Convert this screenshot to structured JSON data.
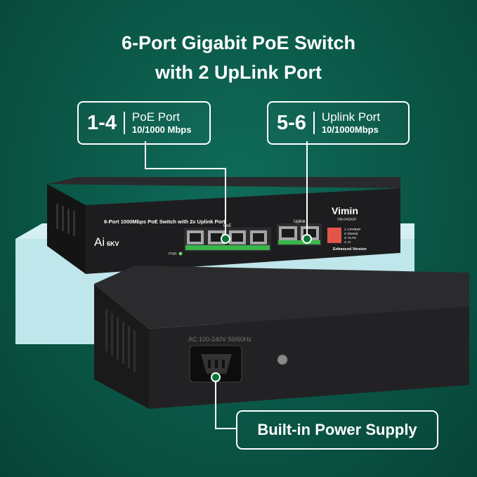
{
  "heading": {
    "line1": "6-Port Gigabit PoE Switch",
    "line2": "with 2 UpLink Port"
  },
  "callouts": {
    "poe": {
      "number": "1-4",
      "label": "PoE Port",
      "spec": "10/1000 Mbps"
    },
    "uplink": {
      "number": "5-6",
      "label": "Uplink Port",
      "spec": "10/1000Mbps"
    },
    "power": {
      "label": "Built-in Power Supply"
    }
  },
  "device": {
    "front_label": "6-Port 1000Mbps PoE Switch with 2x Uplink Port",
    "brand": "Vimin",
    "model": "VM-0420GP",
    "ai_badge": "Ai",
    "surge": "6KV",
    "poe_group": "PoE",
    "uplink_group": "Uplink",
    "pwr": "PWR",
    "edition": "Enhanced Version",
    "dip_labels": [
      "1: LPF/BSP",
      "2: Extend",
      "3: VLAN",
      "4: AI"
    ],
    "rear_label": "AC 100-240V 50/60Hz"
  },
  "colors": {
    "background": "#0b5a4a",
    "stand": "#b9e3e8",
    "chassis": "#1d1d1f",
    "port_green": "#3ab54a"
  }
}
